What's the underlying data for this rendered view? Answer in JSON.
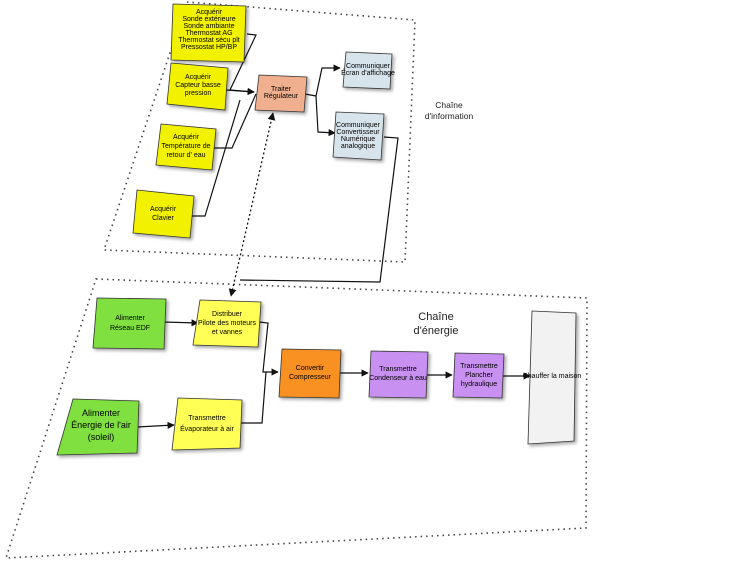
{
  "colors": {
    "yellow": "#f2f200",
    "light_yellow": "#ffff55",
    "green": "#80e040",
    "salmon": "#f0b090",
    "orange": "#f89020",
    "purple": "#c890f0",
    "lightblue": "#d8e4ec",
    "gray": "#f2f2f2"
  },
  "info_chain": {
    "label": [
      "Chaîne",
      "d'information"
    ],
    "boxes": {
      "acquerir_sondes": [
        "Acquérir",
        "Sonde extérieure",
        "Sonde ambiante",
        "Thermostat AG",
        "Thermostat sécu plt",
        "Pressostat HP/BP"
      ],
      "acquerir_capteur": [
        "Acquérir",
        "Capteur basse",
        "pression"
      ],
      "acquerir_temperature": [
        "Acquérir",
        "Température de",
        "retour d' eau"
      ],
      "acquerir_clavier": [
        "Acquérir",
        "Clavier"
      ],
      "traiter": [
        "Traiter",
        "Régulateur"
      ],
      "communiquer_ecran": [
        "Communiquer",
        "Écran d'affichage"
      ],
      "communiquer_convertisseur": [
        "Communiquer",
        "Convertisseur",
        "Numérique",
        "analogique"
      ]
    }
  },
  "energy_chain": {
    "label": [
      "Chaîne",
      "d'énergie"
    ],
    "boxes": {
      "alimenter_edf": [
        "Alimenter",
        "Réseau EDF"
      ],
      "alimenter_air": [
        "Alimenter",
        "Énergie de l'air",
        "(soleil)"
      ],
      "distribuer": [
        "Distribuer",
        "Pilote des moteurs",
        "et vannes"
      ],
      "transmettre_evaporateur": [
        "Transmettre",
        "Évaporateur à air"
      ],
      "convertir": [
        "Convertir",
        "Compresseur"
      ],
      "transmettre_condenseur": [
        "Transmettre",
        "Condenseur à eau"
      ],
      "transmettre_plancher": [
        "Transmettre",
        "Plancher",
        "hydraulique"
      ],
      "chauffer": [
        "Chauffer la maison"
      ]
    }
  }
}
